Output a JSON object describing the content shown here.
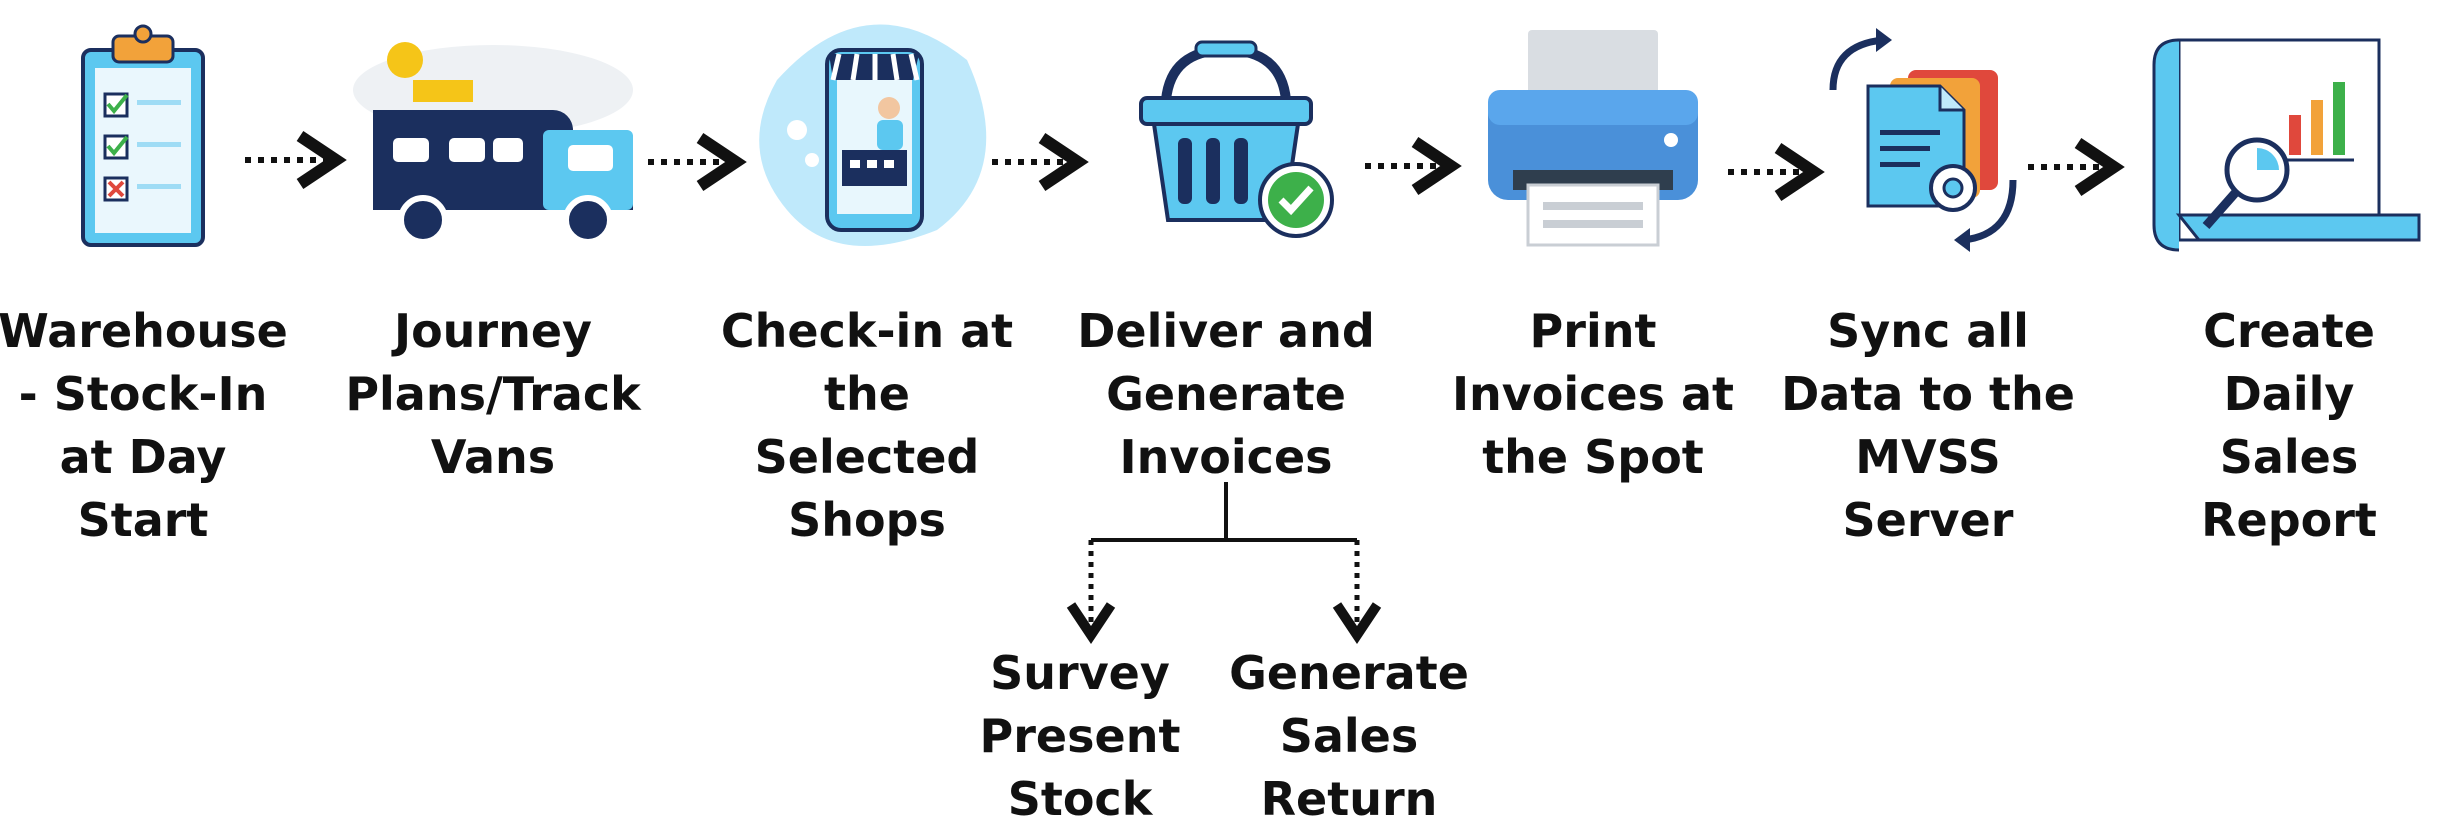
{
  "colors": {
    "dark_navy": "#1b2f5e",
    "sky_blue": "#5cc8f0",
    "light_blue": "#bfe9fb",
    "green": "#3db04a",
    "orange": "#f2a23a",
    "red": "#e0483c",
    "gray": "#b8bec6"
  },
  "steps": [
    {
      "label": "Warehouse\n- Stock-In\nat Day\nStart",
      "icon": "clipboard-checklist-icon"
    },
    {
      "label": "Journey\nPlans/Track\nVans",
      "icon": "delivery-van-icon"
    },
    {
      "label": "Check-in at\nthe Selected\nShops",
      "icon": "shop-phone-icon"
    },
    {
      "label": "Deliver and\nGenerate\nInvoices",
      "icon": "basket-check-icon"
    },
    {
      "label": "Print\nInvoices at\nthe Spot",
      "icon": "printer-icon"
    },
    {
      "label": "Sync all\nData to the\nMVSS Server",
      "icon": "sync-documents-icon"
    },
    {
      "label": "Create Daily\nSales Report",
      "icon": "sales-report-icon"
    }
  ],
  "branches": [
    {
      "label": "Survey\nPresent\nStock"
    },
    {
      "label": "Generate\nSales\nReturn"
    }
  ]
}
